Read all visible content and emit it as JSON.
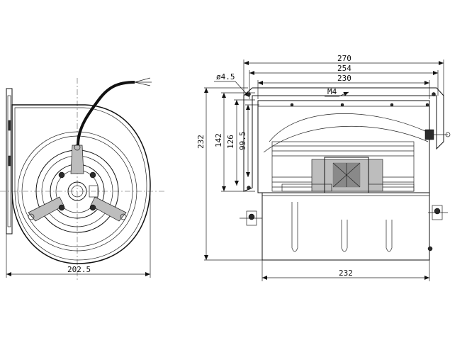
{
  "front_view": {
    "width_dim": "202.5"
  },
  "side_view": {
    "hole_dim": "ø4.5",
    "overall_width_dim": "270",
    "mount_width_dim": "254",
    "hole_spacing_dim": "230",
    "bottom_width_dim": "232",
    "height_dim": "232",
    "height_142": "142",
    "height_126": "126",
    "height_99_5": "99.5",
    "thread_label": "M4"
  },
  "colors": {
    "line": "#111111",
    "fill_light": "#bdbdbd",
    "fill_dark": "#2b2b2b",
    "background": "#ffffff"
  }
}
